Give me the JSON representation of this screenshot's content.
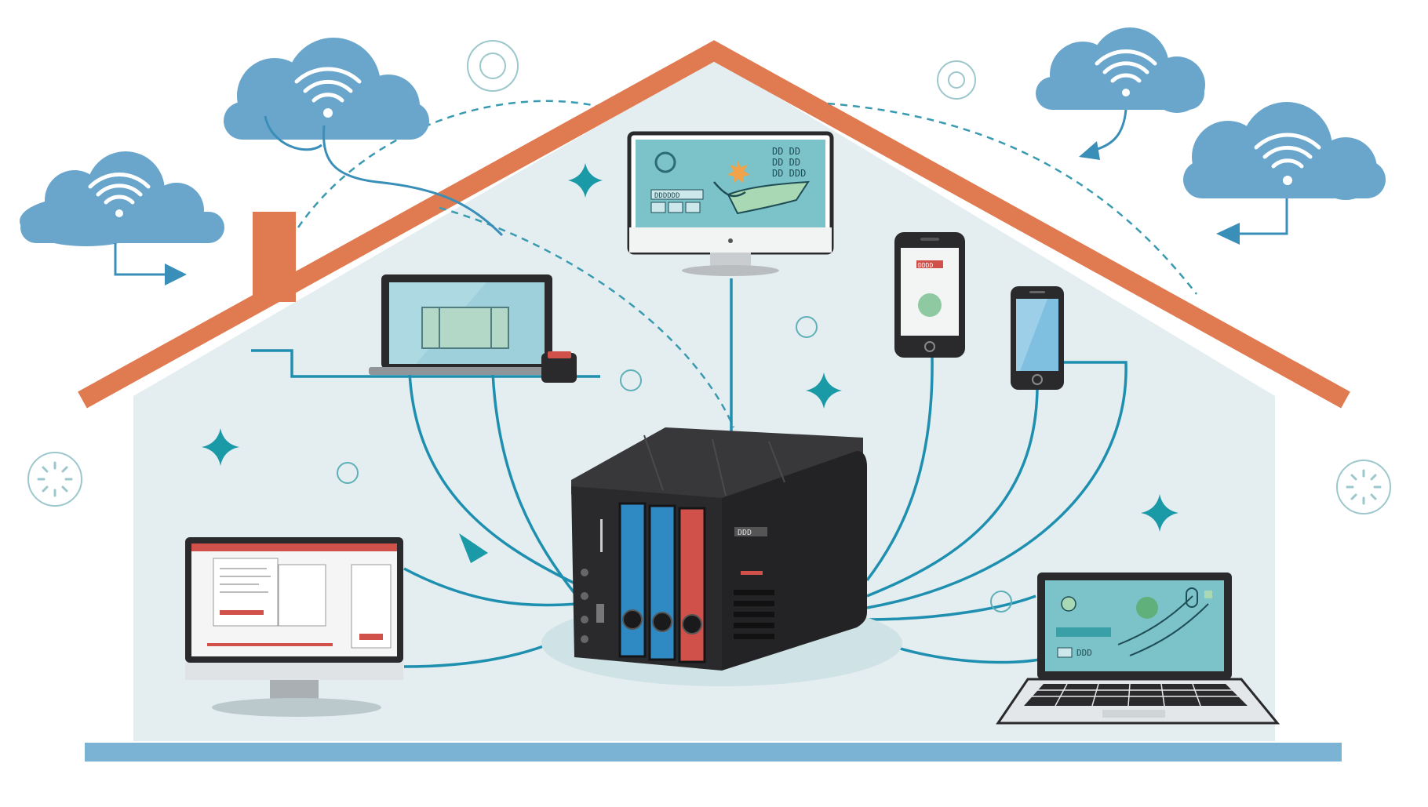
{
  "colors": {
    "roof": "#e07a50",
    "wall": "#e4eef0",
    "cloud": "#6aa6cc",
    "wire": "#1f8fb0",
    "star": "#1a9aa6",
    "nas_body": "#2a2a2c",
    "drive_blue": "#2f8ac4",
    "drive_red": "#d0504a",
    "screen_teal": "#7cc3c9"
  },
  "icons": {
    "cloud": "cloud-wifi-icon",
    "star": "sparkle-icon",
    "ring": "circle-icon",
    "sun": "dotted-sun-icon"
  },
  "screens": {
    "monitor_top": {
      "line1": "DD DD",
      "line2": "DD DD",
      "line3": "DD DDD",
      "panel": "DDDDDD"
    },
    "phone": {
      "header": "DDDD"
    },
    "laptop_right": {
      "label": "DDD"
    },
    "nas": {
      "label": "DDD"
    }
  }
}
